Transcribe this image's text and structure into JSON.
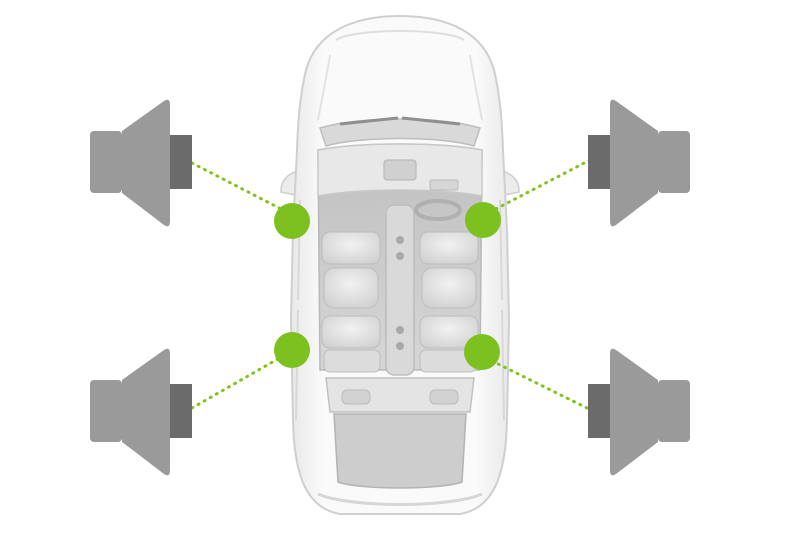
{
  "diagram": {
    "subject": "car-top-view",
    "colors": {
      "background": "#ffffff",
      "speaker_body": "#9a9a9a",
      "speaker_magnet": "#6b6b6b",
      "connector": "#7fc31c",
      "dot": "#7cc11f",
      "car_body": "#f5f5f5",
      "car_outline": "#d4d4d4",
      "interior": "#c9c9c9",
      "seat": "#e6e6e6"
    },
    "speakers": [
      {
        "id": "front-left",
        "icon": "speaker-icon",
        "facing": "left"
      },
      {
        "id": "front-right",
        "icon": "speaker-icon",
        "facing": "right"
      },
      {
        "id": "rear-left",
        "icon": "speaker-icon",
        "facing": "left"
      },
      {
        "id": "rear-right",
        "icon": "speaker-icon",
        "facing": "right"
      }
    ]
  }
}
